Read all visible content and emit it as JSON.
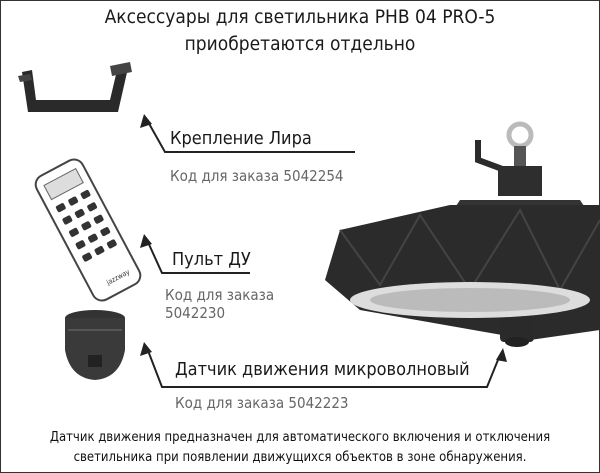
{
  "title": {
    "line1": "Аксессуары для светильника PHB 04 PRO-5",
    "line2": "приобретаются отдельно"
  },
  "accessories": [
    {
      "name": "Крепление Лира",
      "code": "Код для заказа 5042254",
      "icon": "lyre-bracket"
    },
    {
      "name": "Пульт ДУ",
      "code_line1": "Код для заказа",
      "code_line2": "5042230",
      "icon": "remote-control"
    },
    {
      "name": "Датчик движения микроволновый",
      "code": "Код для заказа 5042223",
      "icon": "motion-sensor"
    }
  ],
  "description": {
    "line1": "Датчик движения предназначен для автоматического включения и отключения",
    "line2": "светильника при появлении движущихся объектов в зоне обнаружения."
  },
  "remote_brand": "jazzway",
  "colors": {
    "text": "#1a1a1a",
    "code": "#666666",
    "product": "#2b2b2b"
  }
}
